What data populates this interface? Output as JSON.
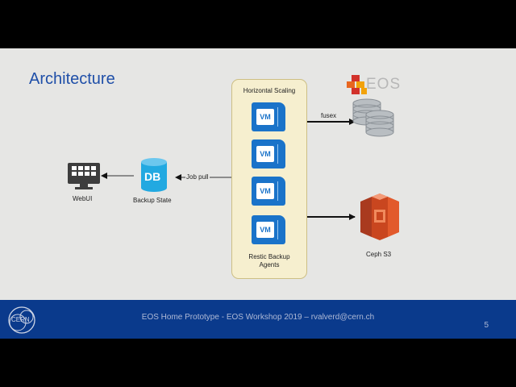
{
  "slide": {
    "title": "Architecture",
    "labels": {
      "horizontal_scaling": "Horizontal Scaling",
      "restic_agents_line1": "Restic Backup",
      "restic_agents_line2": "Agents",
      "webui": "WebUI",
      "backup_state": "Backup State",
      "db_icon_text": "DB",
      "job_pull": "Job pull",
      "fusex": "fusex",
      "eos_logo_text": "EOS",
      "ceph_s3": "Ceph S3",
      "vm_text": "VM"
    },
    "footer": {
      "text": "EOS Home Prototype - EOS Workshop 2019 – rvalverd@cern.ch",
      "page_number": "5",
      "logo_text": "CERN"
    }
  },
  "colors": {
    "title": "#1f4fa8",
    "footer_bg": "#0a3a8c",
    "panel_bg": "#f6efcf",
    "vm_blue": "#1a73c9",
    "db_cyan": "#22a9e1",
    "s3_red": "#e25a2c",
    "eos_red": "#d2322b",
    "eos_gold": "#f2a20a"
  },
  "icons": [
    "monitor-icon",
    "database-icon",
    "vm-icon",
    "storage-cluster-icon",
    "eos-logo",
    "s3-bucket-icon",
    "cern-logo"
  ]
}
